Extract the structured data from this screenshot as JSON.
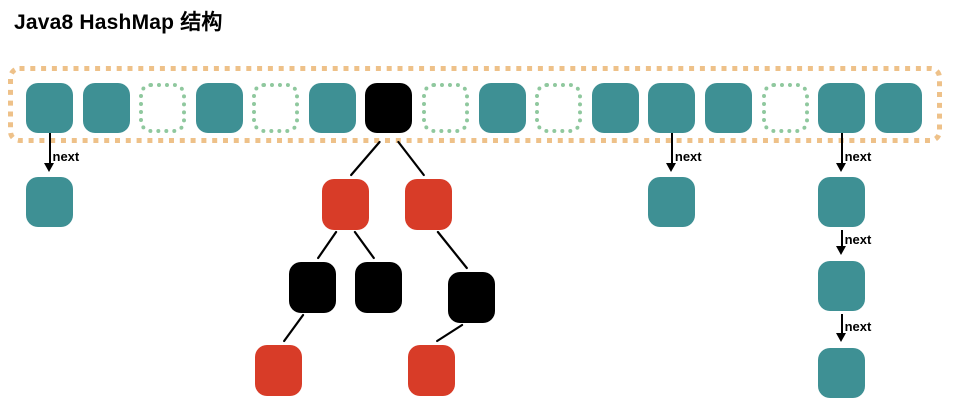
{
  "title": "Java8 HashMap 结构",
  "arrow_label": "next",
  "colors": {
    "bucket_fill": "#3e9094",
    "tree_red": "#d83c28",
    "tree_black": "#000000",
    "array_border": "#eec189",
    "empty_cell_border": "#8fc89e",
    "line": "#000000",
    "background": "#ffffff",
    "title_text": "#000000"
  },
  "array": {
    "bucket_count": 16,
    "cells": [
      {
        "index": 0,
        "state": "occupied"
      },
      {
        "index": 1,
        "state": "occupied"
      },
      {
        "index": 2,
        "state": "empty"
      },
      {
        "index": 3,
        "state": "occupied"
      },
      {
        "index": 4,
        "state": "empty"
      },
      {
        "index": 5,
        "state": "occupied"
      },
      {
        "index": 6,
        "state": "tree-root"
      },
      {
        "index": 7,
        "state": "empty"
      },
      {
        "index": 8,
        "state": "occupied"
      },
      {
        "index": 9,
        "state": "empty"
      },
      {
        "index": 10,
        "state": "occupied"
      },
      {
        "index": 11,
        "state": "occupied"
      },
      {
        "index": 12,
        "state": "occupied"
      },
      {
        "index": 13,
        "state": "empty"
      },
      {
        "index": 14,
        "state": "occupied"
      },
      {
        "index": 15,
        "state": "occupied"
      }
    ]
  },
  "linked_lists": [
    {
      "bucket_index": 0,
      "node_count": 1,
      "arrow_label": "next"
    },
    {
      "bucket_index": 11,
      "node_count": 1,
      "arrow_label": "next"
    },
    {
      "bucket_index": 14,
      "node_count": 3,
      "arrow_label": "next"
    }
  ],
  "red_black_tree": {
    "root_bucket_index": 6,
    "nodes": [
      {
        "id": "L",
        "color": "red",
        "parent": "root",
        "side": "left"
      },
      {
        "id": "R",
        "color": "red",
        "parent": "root",
        "side": "right"
      },
      {
        "id": "LL",
        "color": "black",
        "parent": "L",
        "side": "left"
      },
      {
        "id": "LR",
        "color": "black",
        "parent": "L",
        "side": "right"
      },
      {
        "id": "RR",
        "color": "black",
        "parent": "R",
        "side": "right"
      },
      {
        "id": "LLL",
        "color": "red",
        "parent": "LL",
        "side": "left"
      },
      {
        "id": "RRL",
        "color": "red",
        "parent": "RR",
        "side": "left"
      }
    ]
  }
}
